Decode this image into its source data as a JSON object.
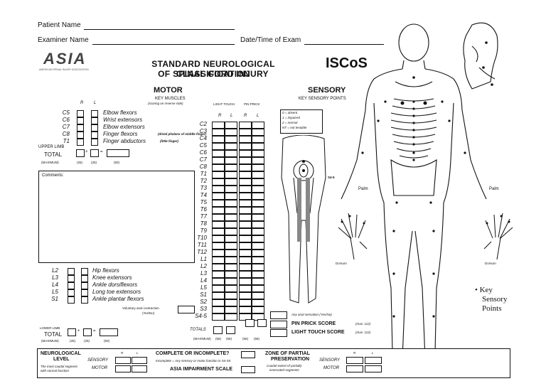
{
  "header": {
    "patient_name_label": "Patient Name",
    "examiner_name_label": "Examiner Name",
    "datetime_label": "Date/Time of Exam",
    "logo_text": "ASIA",
    "logo_subtext": "AMERICAN SPINAL INJURY ASSOCIATION",
    "title_line1": "STANDARD NEUROLOGICAL CLASSIFICATION",
    "title_line2": "OF SPINAL CORD INJURY",
    "isc_logo": "ISCoS"
  },
  "motor": {
    "heading": "MOTOR",
    "subheading": "KEY MUSCLES",
    "subnote": "(scoring on reverse side)",
    "col_r": "R",
    "col_l": "L",
    "upper_rows": [
      {
        "level": "C5",
        "name": "Elbow flexors",
        "note": ""
      },
      {
        "level": "C6",
        "name": "Wrist extensors",
        "note": ""
      },
      {
        "level": "C7",
        "name": "Elbow extensors",
        "note": ""
      },
      {
        "level": "C8",
        "name": "Finger flexors",
        "note": "(distal phalanx of middle finger)"
      },
      {
        "level": "T1",
        "name": "Finger abductors",
        "note": "(little finger)"
      }
    ],
    "upper_total_label1": "UPPER LIMB",
    "upper_total_label2": "TOTAL",
    "upper_max_label": "(MAXIMUM)",
    "upper_max": [
      "(25)",
      "(25)",
      "(50)"
    ],
    "comments_label": "Comments:",
    "lower_rows": [
      {
        "level": "L2",
        "name": "Hip flexors"
      },
      {
        "level": "L3",
        "name": "Knee extensors"
      },
      {
        "level": "L4",
        "name": "Ankle dorsiflexors"
      },
      {
        "level": "L5",
        "name": "Long toe extensors"
      },
      {
        "level": "S1",
        "name": "Ankle plantar flexors"
      }
    ],
    "voluntary_anal": "Voluntary anal contraction",
    "yes_no": "(Yes/No)",
    "lower_total_label1": "LOWER LIMB",
    "lower_total_label2": "TOTAL",
    "lower_max_label": "(MAXIMUM)",
    "lower_max": [
      "(25)",
      "(25)",
      "(50)"
    ]
  },
  "sensory": {
    "heading": "SENSORY",
    "subheading": "KEY SENSORY POINTS",
    "light_touch": "LIGHT TOUCH",
    "pin_prick": "PIN PRICK",
    "col_r": "R",
    "col_l": "L",
    "levels": [
      "C2",
      "C3",
      "C4",
      "C5",
      "C6",
      "C7",
      "C8",
      "T1",
      "T2",
      "T3",
      "T4",
      "T5",
      "T6",
      "T7",
      "T8",
      "T9",
      "T10",
      "T11",
      "T12",
      "L1",
      "L2",
      "L3",
      "L4",
      "L5",
      "S1",
      "S2",
      "S3",
      "S4-5"
    ],
    "legend": [
      "0 = absent",
      "1 = impaired",
      "2 = normal",
      "NT = not testable"
    ],
    "totals_label": "TOTALS",
    "totals_max_label": "(MAXIMUM)",
    "totals_max": [
      "(56)",
      "(56)",
      "(56)",
      "(56)"
    ],
    "any_anal_sensation": "Any anal sensation (Yes/No)",
    "pin_prick_score": "PIN PRICK SCORE",
    "pin_prick_max": "(max: 112)",
    "light_touch_score": "LIGHT TOUCH SCORE",
    "light_touch_max": "(max: 112)"
  },
  "body_chart": {
    "palm_left": "Palm",
    "palm_right": "Palm",
    "dorsum_left": "Dorsum",
    "dorsum_right": "Dorsum",
    "s4_5": "S4-5",
    "key_points_1": "• Key",
    "key_points_2": "Sensory",
    "key_points_3": "Points"
  },
  "footer": {
    "neuro_level1": "NEUROLOGICAL",
    "neuro_level2": "LEVEL",
    "neuro_note": "The most caudal segment",
    "neuro_note2": "with normal function",
    "sensory": "SENSORY",
    "motor": "MOTOR",
    "col_r": "R",
    "col_l": "L",
    "complete_q": "COMPLETE OR INCOMPLETE?",
    "complete_note": "Incomplete = Any sensory or motor function in S4-S5",
    "asia_scale": "ASIA IMPAIRMENT SCALE",
    "zone1": "ZONE OF PARTIAL",
    "zone2": "PRESERVATION",
    "zone_note": "Caudal extent of partially",
    "zone_note2": "innervated segments"
  }
}
